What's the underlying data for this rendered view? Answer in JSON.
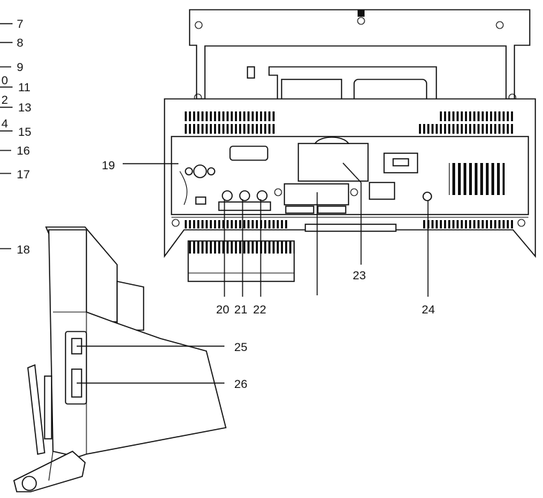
{
  "callouts": {
    "c7": "7",
    "c8": "8",
    "c9": "9",
    "c10": "0",
    "c11": "11",
    "c12": "2",
    "c13": "13",
    "c14": "4",
    "c15": "15",
    "c16": "16",
    "c17": "17",
    "c18": "18",
    "c19": "19",
    "c20": "20",
    "c21": "21",
    "c22": "22",
    "c23": "23",
    "c24": "24",
    "c25": "25",
    "c26": "26"
  }
}
